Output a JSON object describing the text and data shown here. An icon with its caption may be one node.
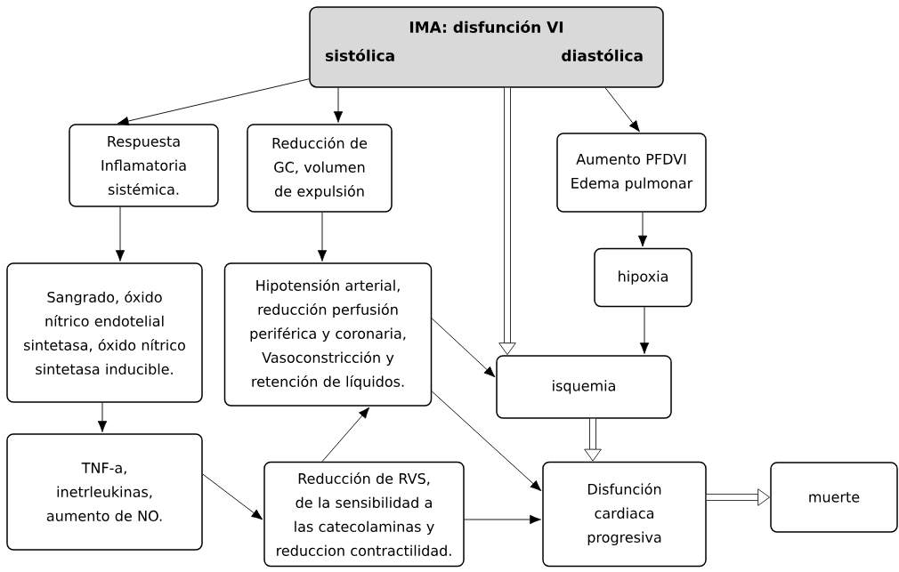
{
  "diagram": {
    "nodes": [
      {
        "text": [
          "IMA: disfunción VI",
          "sistólica",
          "diastólica"
        ]
      },
      {
        "text": [
          "Respuesta Inflamatoria sistémica."
        ]
      },
      {
        "text": [
          "Reducción de GC, volumen de expulsión"
        ]
      },
      {
        "text": [
          "Aumento PFDVI Edema pulmonar"
        ]
      },
      {
        "text": [
          "Sangrado, óxido nítrico endotelial sintetasa, óxido nítrico sintetasa inducible."
        ]
      },
      {
        "text": [
          "Hipotensión arterial, reducción perfusión periférica y coronaria, Vasoconstricción y retención de líquidos."
        ]
      },
      {
        "text": [
          "hipoxia"
        ]
      },
      {
        "text": [
          "isquemia"
        ]
      },
      {
        "text": [
          "TNF-a, inetrleukinas, aumento de NO."
        ]
      },
      {
        "text": [
          "Reducción de RVS, de la sensibilidad a las catecolaminas y reduccion contractilidad."
        ]
      },
      {
        "text": [
          "Disfunción cardiaca progresiva"
        ]
      },
      {
        "text": [
          "muerte"
        ]
      }
    ],
    "edges": [
      {
        "from": 0,
        "to": 1,
        "arrow": "to"
      },
      {
        "from": 0,
        "to": 2,
        "arrow": "to"
      },
      {
        "from": 0,
        "to": 7,
        "arrow": "to",
        "style": "thick"
      },
      {
        "from": 0,
        "to": 3,
        "arrow": "to"
      },
      {
        "from": 1,
        "to": 4,
        "arrow": "to"
      },
      {
        "from": 2,
        "to": 5,
        "arrow": "to"
      },
      {
        "from": 3,
        "to": 6,
        "arrow": "to"
      },
      {
        "from": 6,
        "to": 7,
        "arrow": "to"
      },
      {
        "from": 4,
        "to": 8,
        "arrow": "to"
      },
      {
        "from": 5,
        "to": 7,
        "arrow": "to"
      },
      {
        "from": 5,
        "to": 10,
        "arrow": "to"
      },
      {
        "from": 8,
        "to": 9,
        "arrow": "to"
      },
      {
        "from": 9,
        "to": 5,
        "arrow": "to"
      },
      {
        "from": 9,
        "to": 10,
        "arrow": "to"
      },
      {
        "from": 7,
        "to": 10,
        "arrow": "to",
        "style": "thick"
      },
      {
        "from": 10,
        "to": 11,
        "arrow": "to",
        "style": "thick"
      }
    ]
  }
}
